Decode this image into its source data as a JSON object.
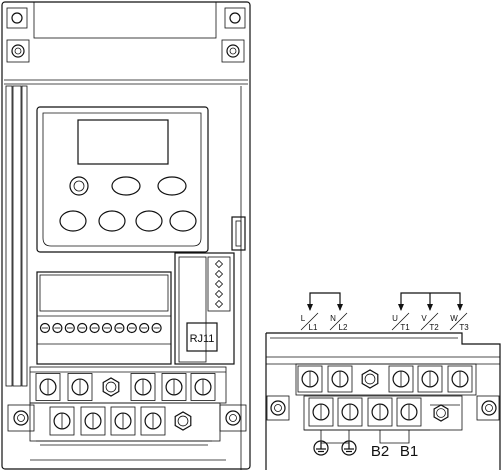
{
  "labels": {
    "rj11": "RJ11",
    "b2": "B2",
    "b1": "B1"
  },
  "input_terminals": [
    {
      "top": "L",
      "bottom": "L1"
    },
    {
      "top": "N",
      "bottom": "L2"
    }
  ],
  "output_terminals": [
    {
      "top": "U",
      "bottom": "T1"
    },
    {
      "top": "V",
      "bottom": "T2"
    },
    {
      "top": "W",
      "bottom": "T3"
    }
  ],
  "colors": {
    "line": "#111111",
    "background": "#ffffff"
  }
}
